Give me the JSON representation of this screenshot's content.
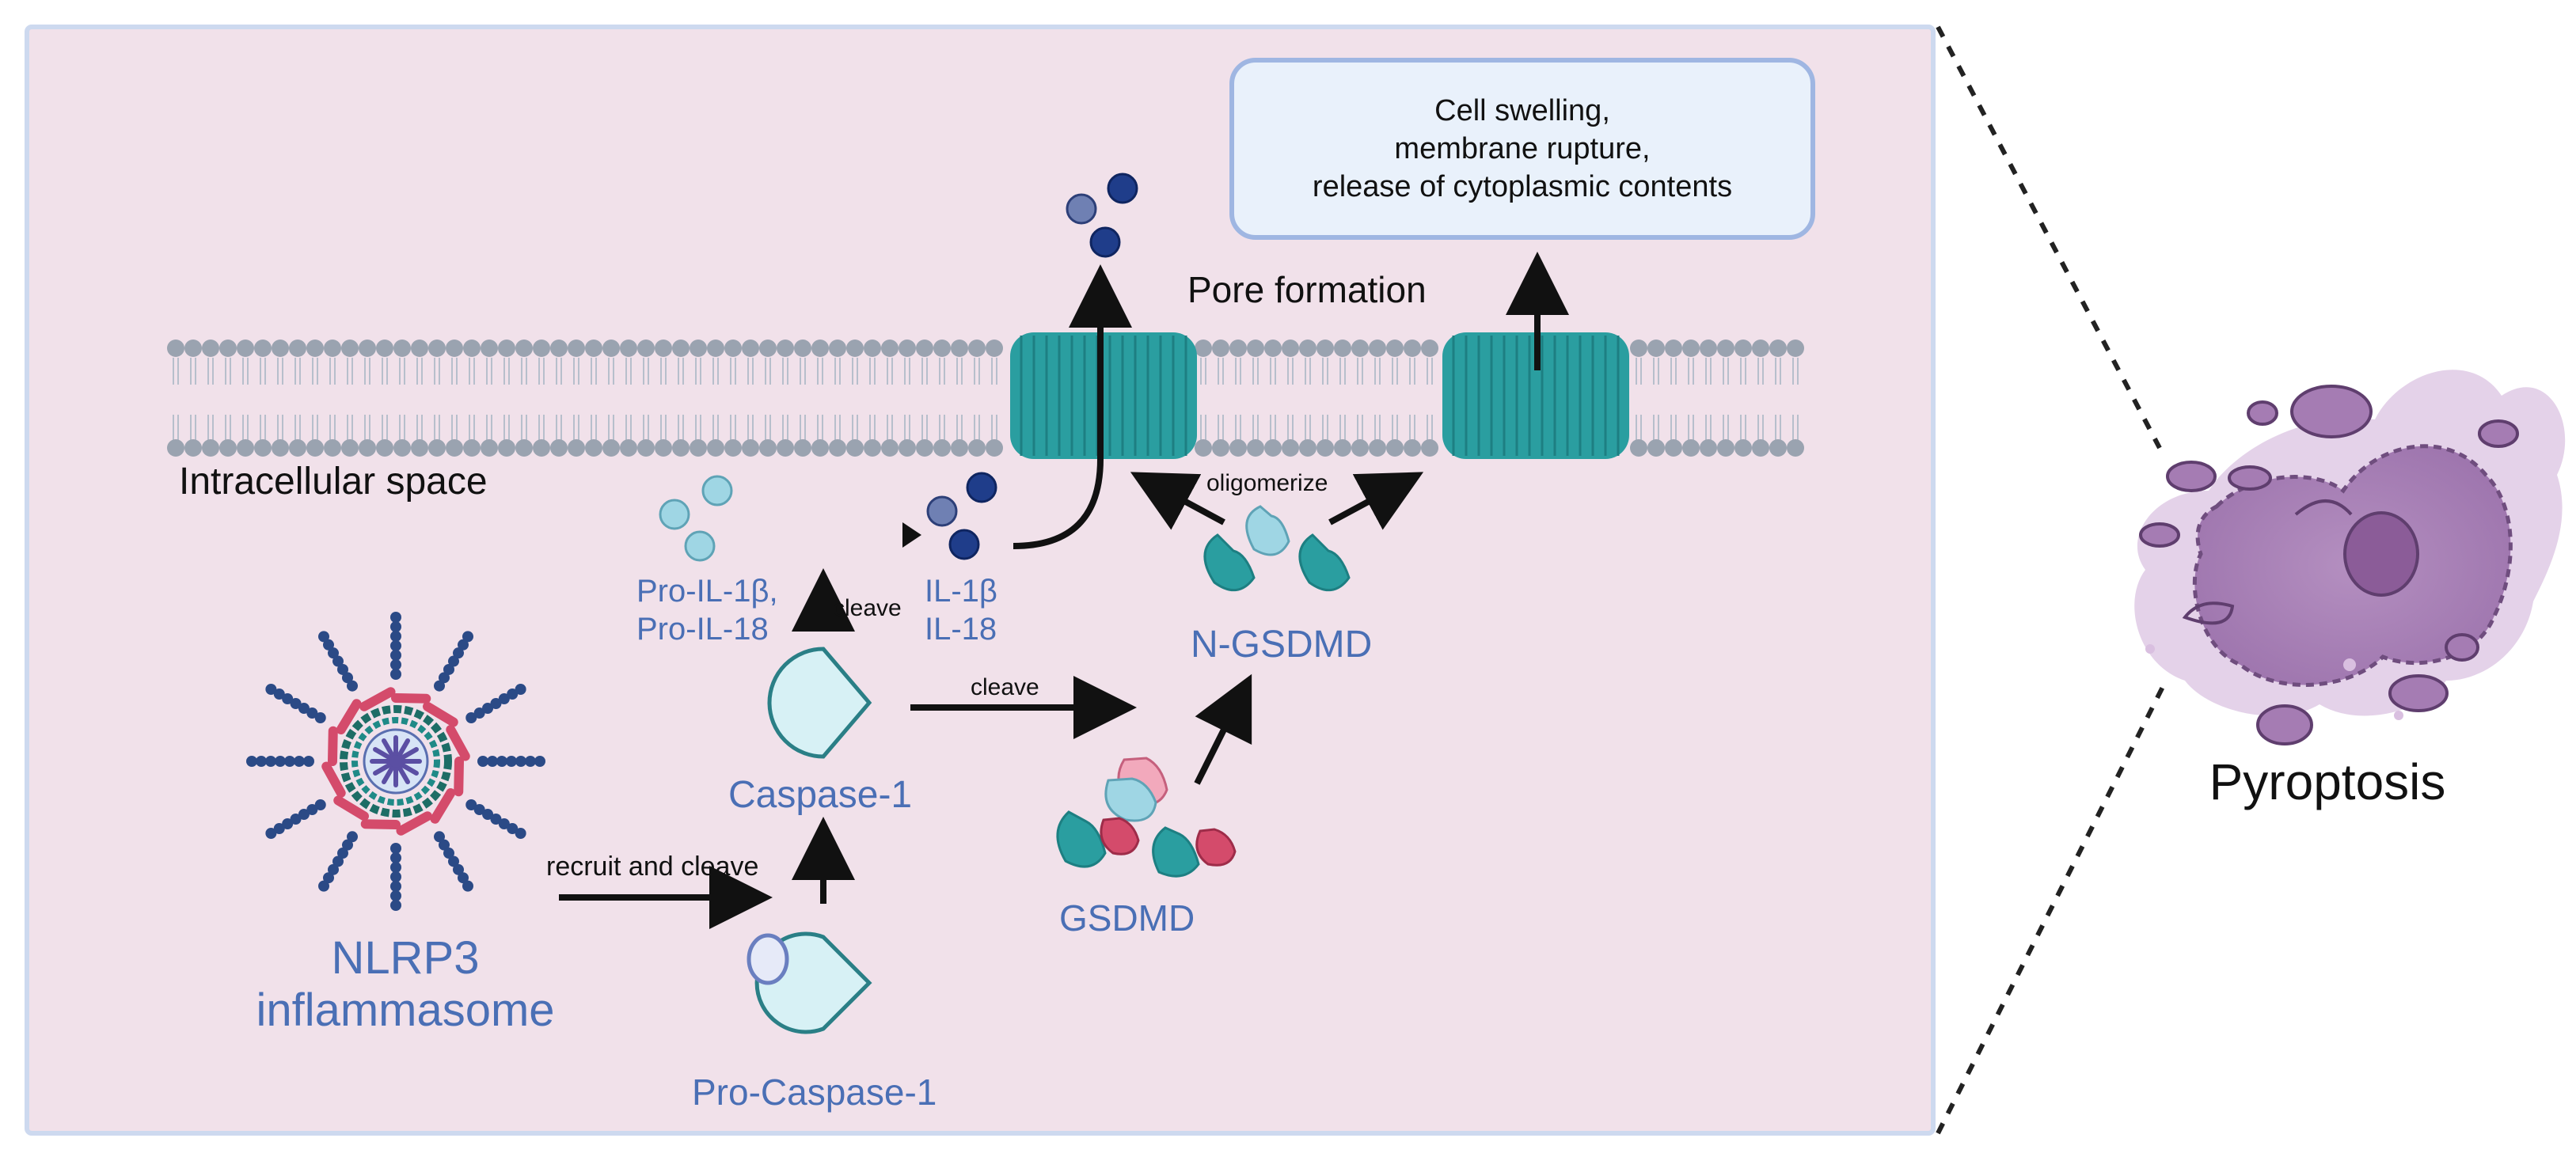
{
  "labels": {
    "outcome": [
      "Cell swelling,",
      "membrane rupture,",
      "release of cytoplasmic contents"
    ],
    "pore_formation": "Pore formation",
    "intracellular_space": "Intracellular space",
    "oligomerize": "oligomerize",
    "pro_il_1": "Pro-IL-1β,",
    "pro_il_2": "Pro-IL-18",
    "il_1": "IL-1β",
    "il_2": "IL-18",
    "cleave_up": "cleave",
    "cleave_right": "cleave",
    "n_gsdmd": "N-GSDMD",
    "caspase1": "Caspase-1",
    "gsdmd": "GSDMD",
    "recruit": "recruit and cleave",
    "nlrp3_1": "NLRP3",
    "nlrp3_2": "inflammasome",
    "pro_caspase1": "Pro-Caspase-1",
    "pyroptosis": "Pyroptosis"
  },
  "colors": {
    "panel_bg": "#f1e1ea",
    "panel_border": "#cdd9ef",
    "membrane_head": "#9aa3b0",
    "pore": "#2a9ea0",
    "pore_dark": "#1d7f82",
    "il_pro": "#9fd6e4",
    "il_mature": "#1f3d8a",
    "caspase": "#d7f1f5",
    "nlrp3_pink": "#d44b6b",
    "nlrp3_teal": "#1d6d66",
    "nlrp3_spoke": "#2b4a86",
    "cell_purple": "#a87bb0",
    "label_blue": "#4a6fb5"
  }
}
